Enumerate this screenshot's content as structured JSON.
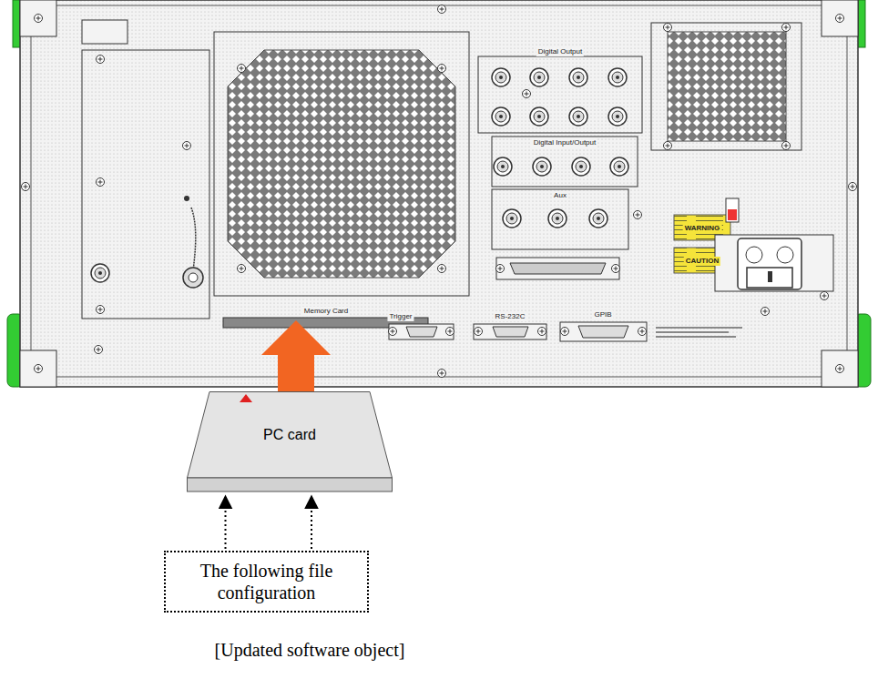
{
  "diagram": {
    "caption": "[Updated software object]",
    "nodes": [
      {
        "text": [
          "PC card"
        ]
      },
      {
        "text": [
          "The following file configuration"
        ]
      }
    ],
    "edges": [
      {
        "from": 1,
        "to": 0,
        "arrow": "to"
      },
      {
        "from": 1,
        "to": 0,
        "arrow": "to"
      }
    ],
    "labels": [
      "Memory Card",
      "Trigger",
      "RS-232C",
      "GPIB",
      "Digital Output",
      "Digital Input/Output",
      "Aux",
      "WARNING",
      "CAUTION"
    ]
  }
}
